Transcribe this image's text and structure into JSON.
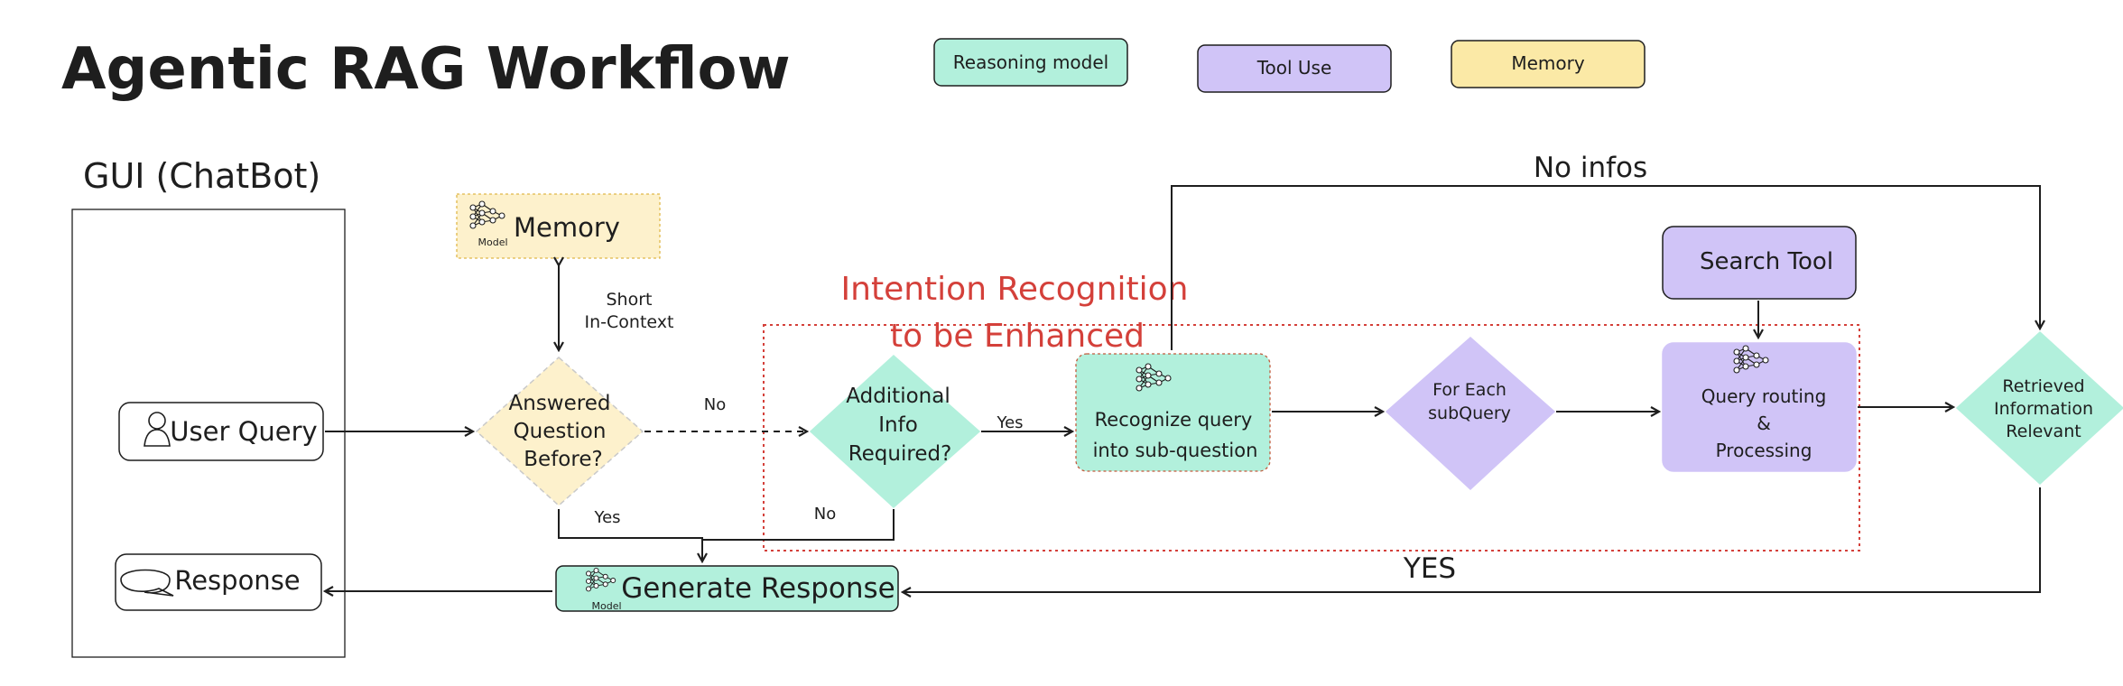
{
  "title": "Agentic RAG Workflow",
  "legend": [
    {
      "label": "Reasoning model",
      "color": "#b2f0dc"
    },
    {
      "label": "Tool Use",
      "color": "#d0c4f7"
    },
    {
      "label": "Memory",
      "color": "#fbe9a6"
    }
  ],
  "gui": {
    "title": "GUI (ChatBot)",
    "user_query": "User Query",
    "response": "Response"
  },
  "memory": {
    "label": "Memory",
    "model_tag": "Model"
  },
  "short_context": {
    "line1": "Short",
    "line2": "In-Context"
  },
  "answered": {
    "line1": "Answered",
    "line2": "Question",
    "line3": "Before?"
  },
  "additional": {
    "line1": "Additional",
    "line2": "Info",
    "line3": "Required?"
  },
  "recognize": {
    "line1": "Recognize query",
    "line2": "into sub-question"
  },
  "for_each": {
    "line1": "For Each",
    "line2": "subQuery"
  },
  "routing": {
    "line1": "Query routing",
    "line2": "&",
    "line3": "Processing"
  },
  "search_tool": "Search Tool",
  "retrieved": {
    "line1": "Retrieved",
    "line2": "Information",
    "line3": "Relevant"
  },
  "generate": {
    "label": "Generate Response",
    "model_tag": "Model"
  },
  "intention": {
    "line1": "Intention Recognition",
    "line2": "to be Enhanced"
  },
  "edges": {
    "no_1": "No",
    "yes_1": "Yes",
    "yes_2": "Yes",
    "no_2": "No",
    "no_infos": "No infos",
    "yes_final": "YES"
  },
  "colors": {
    "reasoning": "#b2f0dc",
    "tool": "#d0c4f7",
    "memory": "#fbe9a6",
    "memory_box": "#fdf1cc",
    "accent_red": "#d4403a",
    "stroke": "#1e1e1e"
  },
  "icons": [
    "user-icon",
    "speech-bubble-icon",
    "neural-network-icon"
  ]
}
